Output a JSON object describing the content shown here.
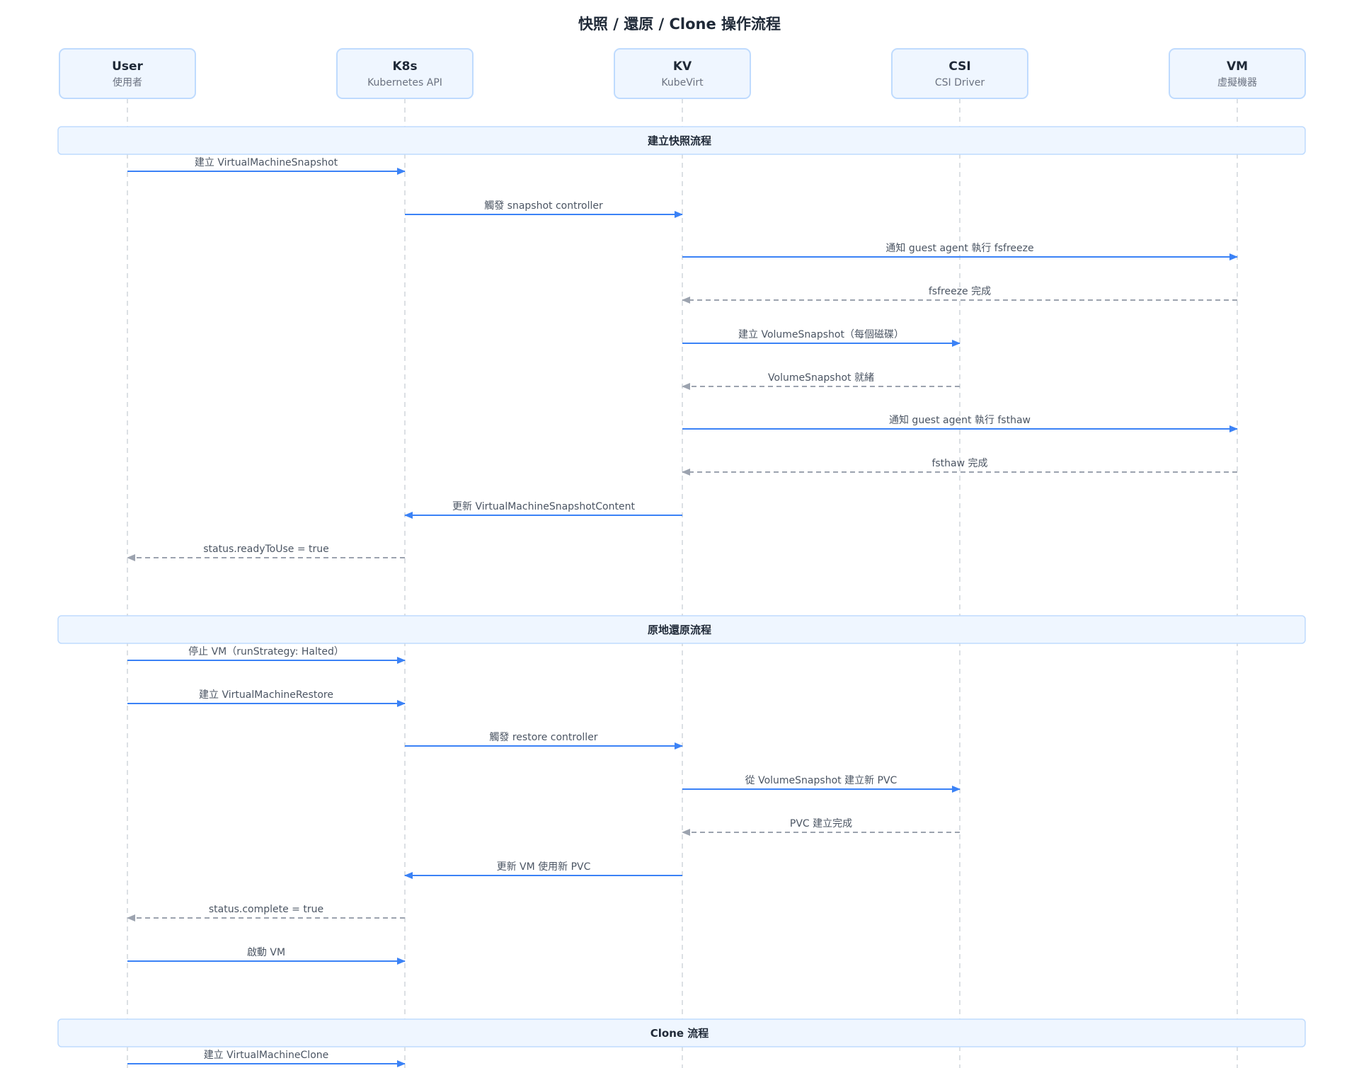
{
  "title": "快照 / 還原 / Clone 操作流程",
  "colors": {
    "sync_arrow": "#3b82f6",
    "reply_arrow": "#9ca3af",
    "box_fill": "#eff6ff",
    "box_stroke": "#bfdbfe"
  },
  "participants": [
    {
      "id": "user",
      "name": "User",
      "subtitle": "使用者"
    },
    {
      "id": "k8s",
      "name": "K8s",
      "subtitle": "Kubernetes API"
    },
    {
      "id": "kv",
      "name": "KV",
      "subtitle": "KubeVirt"
    },
    {
      "id": "csi",
      "name": "CSI",
      "subtitle": "CSI Driver"
    },
    {
      "id": "vm",
      "name": "VM",
      "subtitle": "虛擬機器"
    }
  ],
  "sections": [
    {
      "title": "建立快照流程",
      "messages": [
        {
          "from": "user",
          "to": "k8s",
          "label": "建立 VirtualMachineSnapshot",
          "kind": "sync"
        },
        {
          "from": "k8s",
          "to": "kv",
          "label": "觸發 snapshot controller",
          "kind": "sync"
        },
        {
          "from": "kv",
          "to": "vm",
          "label": "通知 guest agent 執行 fsfreeze",
          "kind": "sync"
        },
        {
          "from": "vm",
          "to": "kv",
          "label": "fsfreeze 完成",
          "kind": "reply"
        },
        {
          "from": "kv",
          "to": "csi",
          "label": "建立 VolumeSnapshot（每個磁碟）",
          "kind": "sync"
        },
        {
          "from": "csi",
          "to": "kv",
          "label": "VolumeSnapshot 就緒",
          "kind": "reply"
        },
        {
          "from": "kv",
          "to": "vm",
          "label": "通知 guest agent 執行 fsthaw",
          "kind": "sync"
        },
        {
          "from": "vm",
          "to": "kv",
          "label": "fsthaw 完成",
          "kind": "reply"
        },
        {
          "from": "kv",
          "to": "k8s",
          "label": "更新 VirtualMachineSnapshotContent",
          "kind": "sync"
        },
        {
          "from": "k8s",
          "to": "user",
          "label": "status.readyToUse = true",
          "kind": "reply"
        }
      ]
    },
    {
      "title": "原地還原流程",
      "messages": [
        {
          "from": "user",
          "to": "k8s",
          "label": "停止 VM（runStrategy: Halted）",
          "kind": "sync"
        },
        {
          "from": "user",
          "to": "k8s",
          "label": "建立 VirtualMachineRestore",
          "kind": "sync"
        },
        {
          "from": "k8s",
          "to": "kv",
          "label": "觸發 restore controller",
          "kind": "sync"
        },
        {
          "from": "kv",
          "to": "csi",
          "label": "從 VolumeSnapshot 建立新 PVC",
          "kind": "sync"
        },
        {
          "from": "csi",
          "to": "kv",
          "label": "PVC 建立完成",
          "kind": "reply"
        },
        {
          "from": "kv",
          "to": "k8s",
          "label": "更新 VM 使用新 PVC",
          "kind": "sync"
        },
        {
          "from": "k8s",
          "to": "user",
          "label": "status.complete = true",
          "kind": "reply"
        },
        {
          "from": "user",
          "to": "k8s",
          "label": "啟動 VM",
          "kind": "sync"
        }
      ]
    },
    {
      "title": "Clone 流程",
      "messages": [
        {
          "from": "user",
          "to": "k8s",
          "label": "建立 VirtualMachineClone",
          "kind": "sync"
        }
      ]
    }
  ]
}
